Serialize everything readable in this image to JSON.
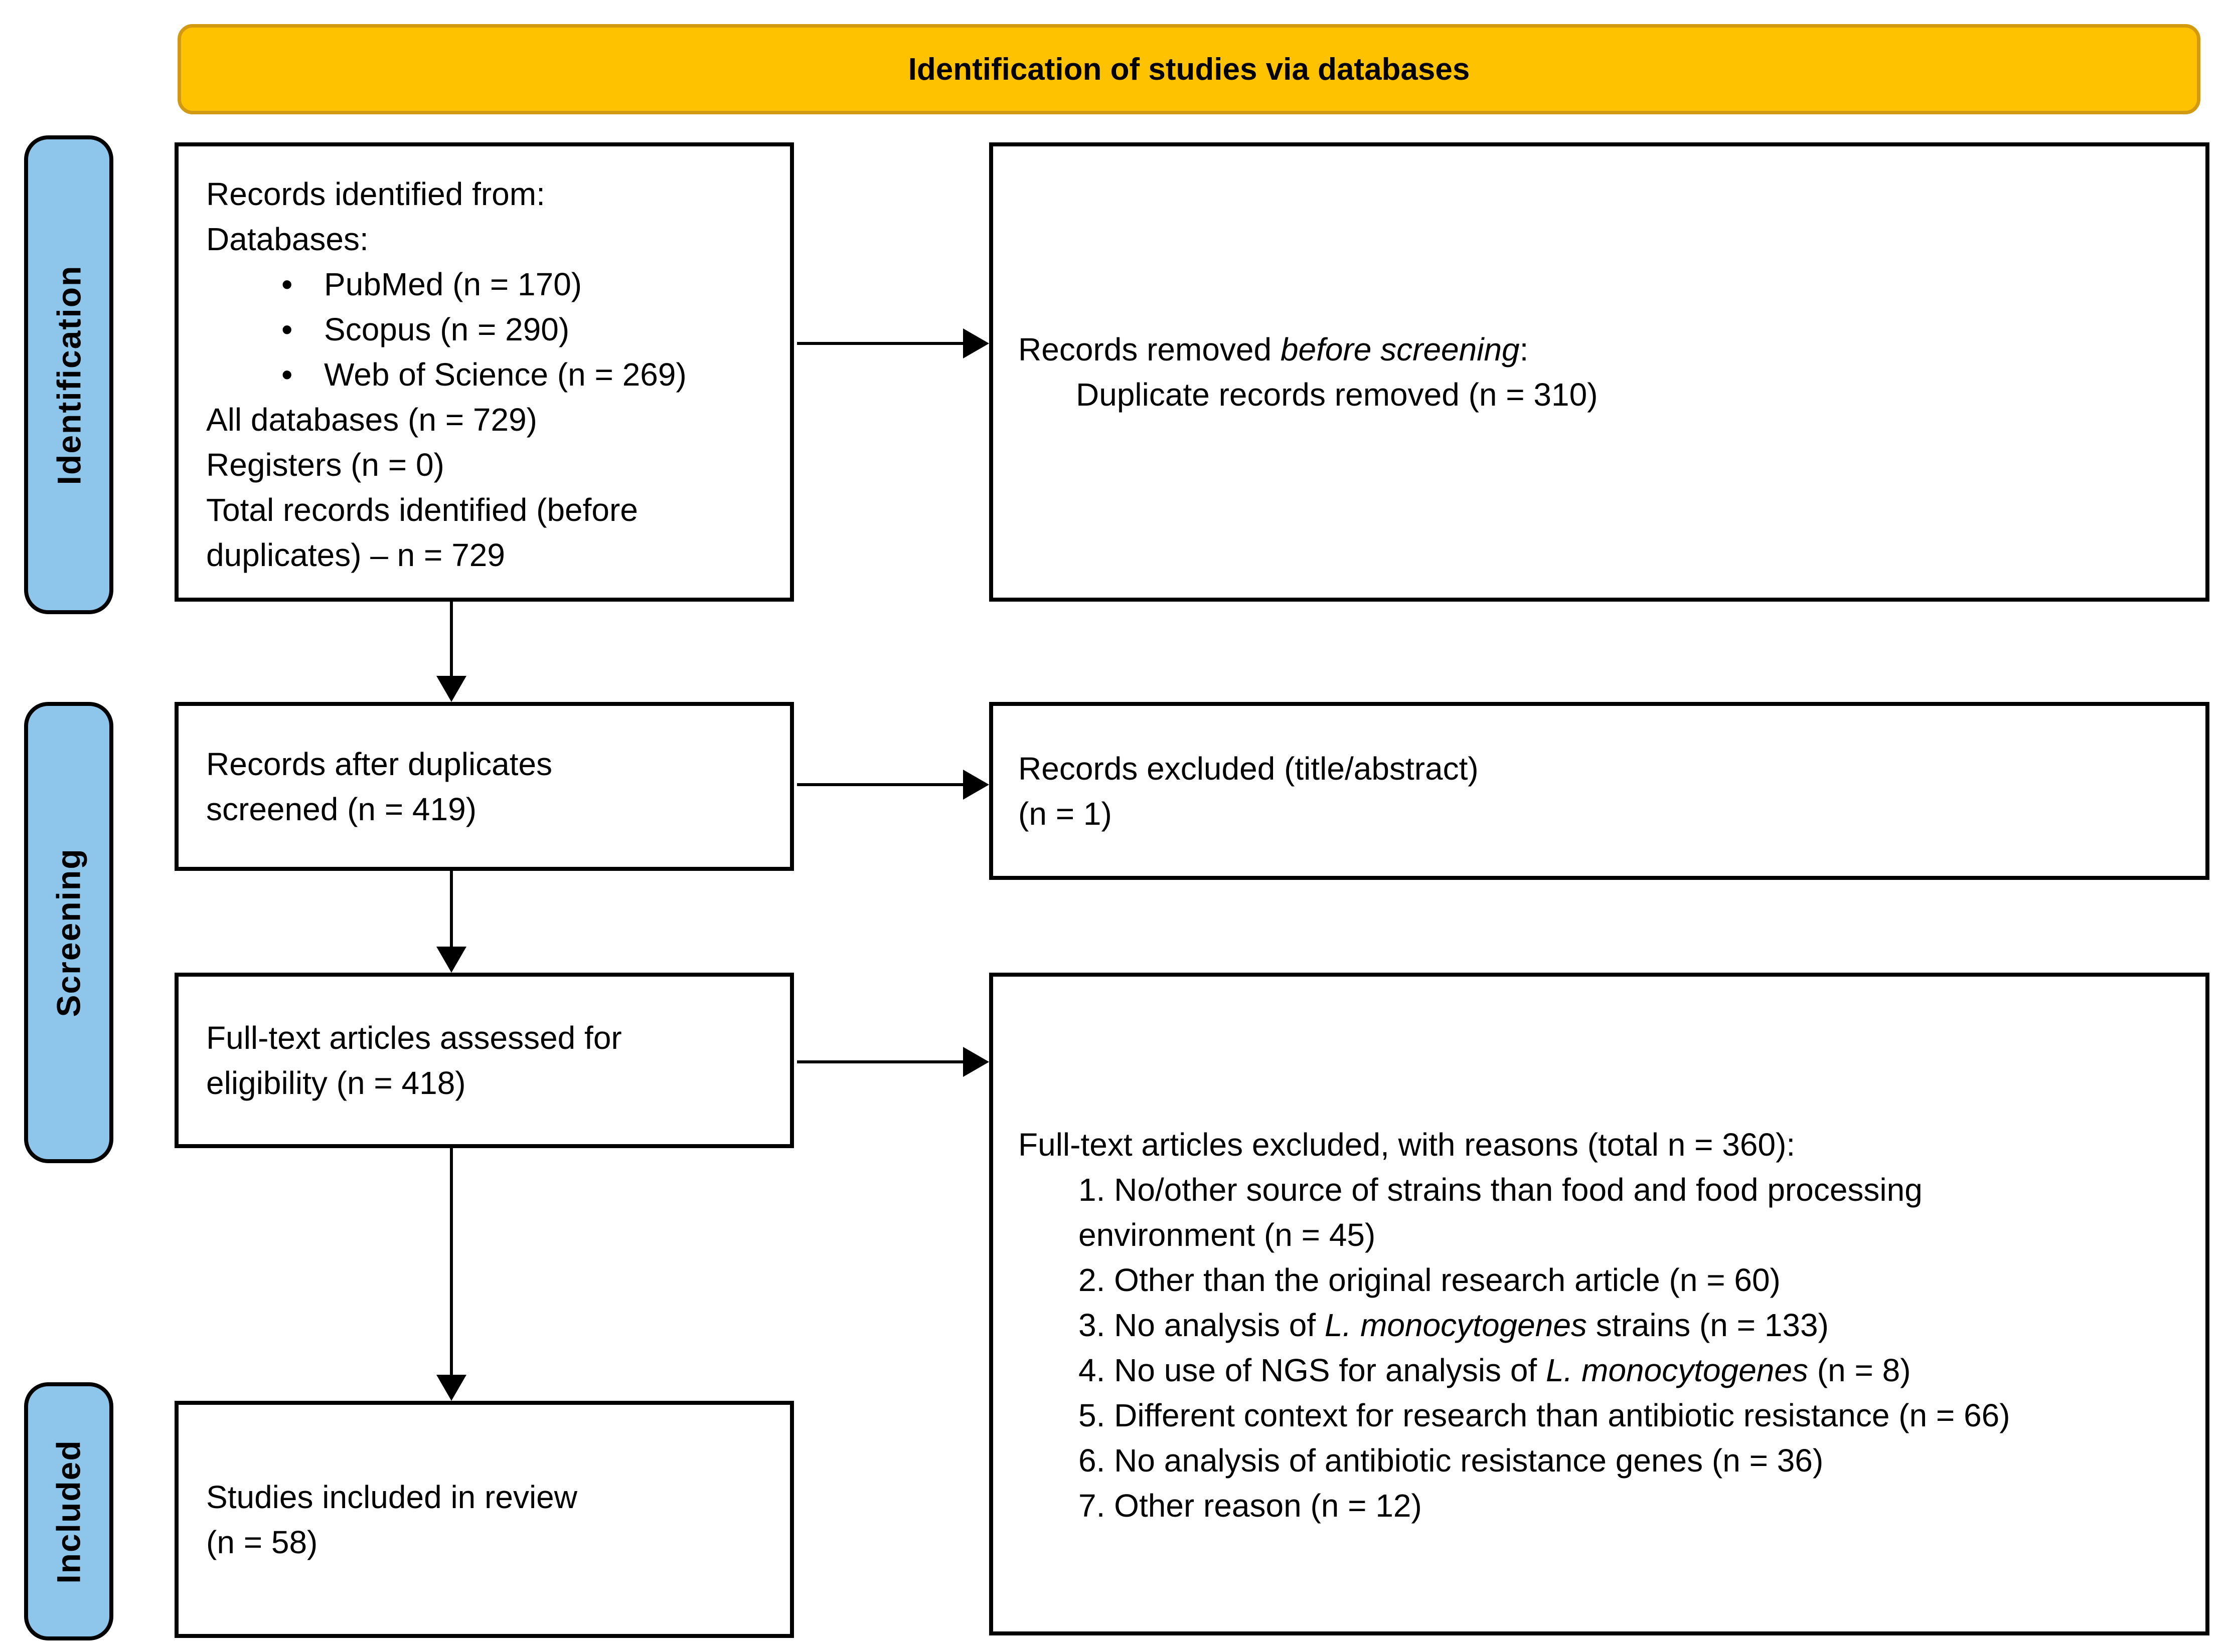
{
  "colors": {
    "banner_bg": "#FFC200",
    "banner_border": "#D29A10",
    "stage_bg": "#8DC6EA",
    "box_border": "#000000",
    "text": "#000000"
  },
  "bullet_char": "•",
  "banner": {
    "title": "Identification of studies via databases"
  },
  "stages": {
    "identification": "Identification",
    "screening": "Screening",
    "included": "Included"
  },
  "boxes": {
    "identified": {
      "line1": "Records identified from:",
      "line2": "Databases:",
      "bullets": [
        "PubMed (n = 170)",
        "Scopus (n = 290)",
        "Web of Science (n = 269)"
      ],
      "line3": "All databases (n = 729)",
      "line4": "Registers (n = 0)",
      "line5": "Total records identified (before",
      "line6": "duplicates) – n = 729"
    },
    "removed": {
      "pre": "Records removed ",
      "it": "before screening",
      "post": ":",
      "line2": "Duplicate records removed (n = 310)"
    },
    "screened": {
      "line1": "Records after duplicates",
      "line2": "screened (n = 419)"
    },
    "excluded_title_abstract": {
      "line1": "Records excluded (title/abstract)",
      "line2": "(n = 1)"
    },
    "fulltext_assessed": {
      "line1": "Full-text articles assessed for",
      "line2": "eligibility (n = 418)"
    },
    "fulltext_excluded": {
      "heading": "Full-text articles excluded, with reasons (total n = 360):",
      "items": [
        {
          "pre": "1. No/other source of strains than food and food processing",
          "l2": "environment (n = 45)"
        },
        {
          "pre": "2. Other than the original research article (n = 60)"
        },
        {
          "pre": "3. No analysis of ",
          "it": "L. monocytogenes",
          "post": " strains (n = 133)"
        },
        {
          "pre": "4. No use of NGS for analysis of ",
          "it": "L. monocytogenes",
          "post": " (n = 8)"
        },
        {
          "pre": "5. Different context for research than antibiotic resistance (n = 66)"
        },
        {
          "pre": "6. No analysis of antibiotic resistance genes (n = 36)"
        },
        {
          "pre": "7. Other reason (n = 12)"
        }
      ]
    },
    "included_review": {
      "line1": "Studies included in review",
      "line2": "(n = 58)"
    }
  }
}
